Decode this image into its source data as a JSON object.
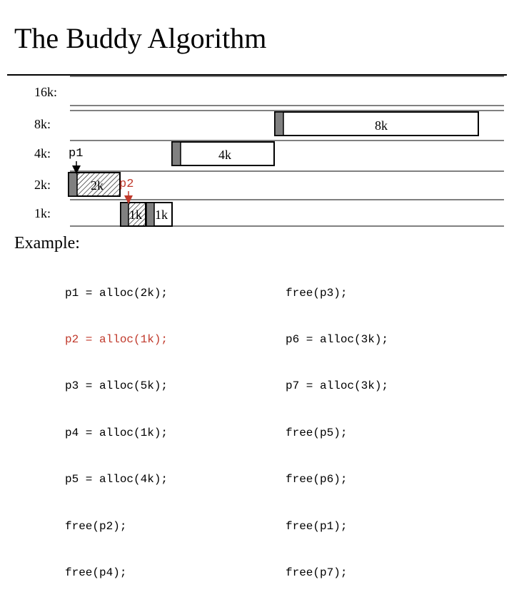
{
  "title": "The Buddy Algorithm",
  "levels": [
    {
      "label": "16k:"
    },
    {
      "label": "8k:"
    },
    {
      "label": "4k:"
    },
    {
      "label": "2k:"
    },
    {
      "label": "1k:"
    }
  ],
  "blocks": [
    {
      "label": "8k",
      "level": "8k",
      "state": "free"
    },
    {
      "label": "4k",
      "level": "4k",
      "state": "free"
    },
    {
      "label": "2k",
      "level": "2k",
      "state": "allocated"
    },
    {
      "label": "1k",
      "level": "1k",
      "state": "allocated"
    },
    {
      "label": "1k",
      "level": "1k",
      "state": "free"
    }
  ],
  "pointers": [
    {
      "label": "p1",
      "color": "#000000"
    },
    {
      "label": "p2",
      "color": "#c0392b"
    }
  ],
  "example": {
    "heading": "Example:",
    "left": [
      {
        "text": "p1 = alloc(2k);",
        "highlight": false
      },
      {
        "text": "p2 = alloc(1k);",
        "highlight": true
      },
      {
        "text": "p3 = alloc(5k);",
        "highlight": false
      },
      {
        "text": "p4 = alloc(1k);",
        "highlight": false
      },
      {
        "text": "p5 = alloc(4k);",
        "highlight": false
      },
      {
        "text": "free(p2);",
        "highlight": false
      },
      {
        "text": "free(p4);",
        "highlight": false
      }
    ],
    "right": [
      {
        "text": "free(p3);",
        "highlight": false
      },
      {
        "text": "p6 = alloc(3k);",
        "highlight": false
      },
      {
        "text": "p7 = alloc(3k);",
        "highlight": false
      },
      {
        "text": "free(p5);",
        "highlight": false
      },
      {
        "text": "free(p6);",
        "highlight": false
      },
      {
        "text": "free(p1);",
        "highlight": false
      },
      {
        "text": "free(p7);",
        "highlight": false
      }
    ]
  },
  "colors": {
    "highlight": "#c0392b",
    "header_gray": "#808080"
  }
}
